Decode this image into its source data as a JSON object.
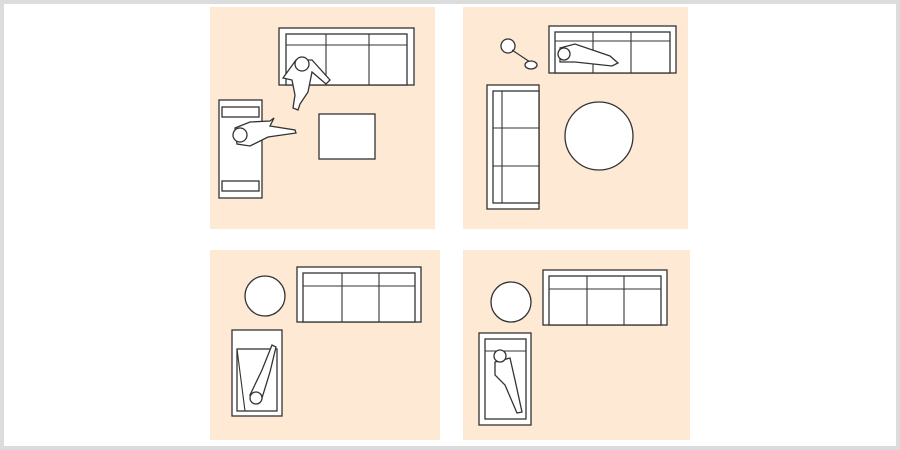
{
  "colors": {
    "panel": "#fde9d4",
    "frame": "#dcdcdc",
    "line": "#333333",
    "furniture": "#ffffff"
  },
  "layouts": [
    {
      "name": "sofa-armchair-square-table"
    },
    {
      "name": "sofa-sofa-round-table-lamp"
    },
    {
      "name": "sofa-chaise-round-side-table"
    },
    {
      "name": "sofa-chaise-round-side-table-alt"
    }
  ]
}
